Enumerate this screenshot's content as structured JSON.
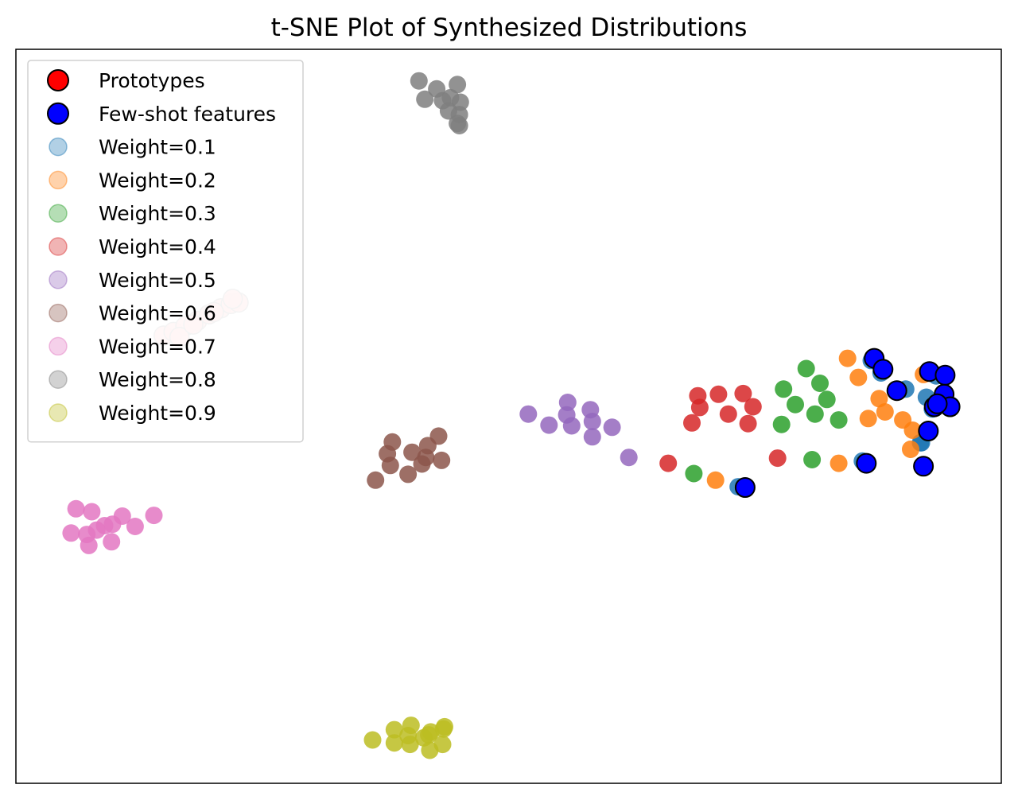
{
  "chart_data": {
    "type": "scatter",
    "title": "t-SNE Plot of Synthesized Distributions",
    "xlabel": "",
    "ylabel": "",
    "xlim": [
      0,
      100
    ],
    "ylim": [
      0,
      100
    ],
    "axis_ticks": "none",
    "grid": false,
    "legend_position": "upper left",
    "series": [
      {
        "name": "Prototypes",
        "color": "#ff0000",
        "alpha": 1.0,
        "edgecolor": "#000000",
        "size": "large",
        "points": []
      },
      {
        "name": "Few-shot features",
        "color": "#0000ff",
        "alpha": 1.0,
        "edgecolor": "#000000",
        "size": "large",
        "points": [
          [
            87.1,
            57.9
          ],
          [
            88.0,
            56.4
          ],
          [
            89.4,
            53.5
          ],
          [
            92.7,
            56.1
          ],
          [
            94.2,
            53.0
          ],
          [
            93.2,
            51.3
          ],
          [
            92.6,
            48.0
          ],
          [
            92.1,
            43.2
          ],
          [
            74.0,
            40.3
          ],
          [
            86.3,
            43.6
          ],
          [
            94.8,
            51.3
          ],
          [
            94.3,
            55.6
          ],
          [
            93.5,
            51.7
          ]
        ]
      },
      {
        "name": "Weight=0.1",
        "color": "#1f77b4",
        "alpha": 0.85,
        "points": [
          [
            86.8,
            57.6
          ],
          [
            87.8,
            55.9
          ],
          [
            90.3,
            53.7
          ],
          [
            93.4,
            55.5
          ],
          [
            93.0,
            51.0
          ],
          [
            94.9,
            51.5
          ],
          [
            92.7,
            48.1
          ],
          [
            91.9,
            46.4
          ],
          [
            91.8,
            46.4
          ],
          [
            73.3,
            40.4
          ],
          [
            85.9,
            43.9
          ],
          [
            92.4,
            52.6
          ]
        ]
      },
      {
        "name": "Weight=0.2",
        "color": "#ff7f0e",
        "alpha": 0.85,
        "points": [
          [
            84.4,
            57.9
          ],
          [
            85.5,
            55.3
          ],
          [
            87.6,
            52.4
          ],
          [
            88.2,
            50.6
          ],
          [
            86.5,
            49.7
          ],
          [
            90.0,
            49.5
          ],
          [
            91.0,
            48.1
          ],
          [
            90.8,
            45.5
          ],
          [
            92.1,
            55.7
          ],
          [
            83.5,
            43.6
          ],
          [
            71.0,
            41.3
          ]
        ]
      },
      {
        "name": "Weight=0.3",
        "color": "#2ca02c",
        "alpha": 0.85,
        "points": [
          [
            80.2,
            56.5
          ],
          [
            81.6,
            54.5
          ],
          [
            77.9,
            53.7
          ],
          [
            82.3,
            52.3
          ],
          [
            79.1,
            51.6
          ],
          [
            81.1,
            50.3
          ],
          [
            83.5,
            49.5
          ],
          [
            77.7,
            48.9
          ],
          [
            80.8,
            44.1
          ],
          [
            68.8,
            42.2
          ]
        ]
      },
      {
        "name": "Weight=0.4",
        "color": "#d62728",
        "alpha": 0.85,
        "points": [
          [
            69.2,
            52.8
          ],
          [
            71.3,
            53.0
          ],
          [
            73.8,
            53.1
          ],
          [
            69.4,
            51.2
          ],
          [
            74.8,
            51.3
          ],
          [
            72.3,
            50.3
          ],
          [
            68.6,
            49.1
          ],
          [
            74.3,
            49.0
          ],
          [
            66.2,
            43.6
          ],
          [
            77.3,
            44.3
          ]
        ]
      },
      {
        "name": "Weight=0.5",
        "color": "#9467bd",
        "alpha": 0.85,
        "points": [
          [
            52.0,
            50.3
          ],
          [
            56.0,
            51.9
          ],
          [
            55.9,
            50.2
          ],
          [
            58.3,
            50.9
          ],
          [
            54.1,
            48.8
          ],
          [
            56.4,
            48.7
          ],
          [
            58.5,
            49.3
          ],
          [
            60.5,
            48.5
          ],
          [
            58.5,
            47.2
          ],
          [
            62.2,
            44.4
          ]
        ]
      },
      {
        "name": "Weight=0.6",
        "color": "#8c564b",
        "alpha": 0.85,
        "points": [
          [
            38.2,
            46.5
          ],
          [
            41.8,
            46.0
          ],
          [
            42.9,
            47.3
          ],
          [
            37.7,
            44.9
          ],
          [
            40.2,
            45.1
          ],
          [
            41.6,
            44.4
          ],
          [
            43.2,
            44.0
          ],
          [
            38.0,
            43.3
          ],
          [
            39.8,
            42.1
          ],
          [
            41.2,
            43.5
          ],
          [
            36.5,
            41.3
          ]
        ]
      },
      {
        "name": "Weight=0.7",
        "color": "#e377c2",
        "alpha": 0.85,
        "points": [
          [
            6.1,
            37.4
          ],
          [
            7.7,
            37.0
          ],
          [
            9.0,
            35.1
          ],
          [
            10.8,
            36.4
          ],
          [
            5.6,
            34.1
          ],
          [
            7.2,
            33.9
          ],
          [
            8.2,
            34.5
          ],
          [
            9.8,
            35.3
          ],
          [
            12.1,
            35.0
          ],
          [
            14.0,
            36.5
          ],
          [
            7.4,
            32.4
          ],
          [
            9.7,
            32.9
          ]
        ]
      },
      {
        "name": "Weight=0.8",
        "color": "#7f7f7f",
        "alpha": 0.85,
        "points": [
          [
            40.9,
            95.7
          ],
          [
            42.7,
            94.6
          ],
          [
            44.8,
            95.2
          ],
          [
            44.1,
            93.4
          ],
          [
            41.5,
            93.2
          ],
          [
            43.3,
            93.0
          ],
          [
            45.1,
            92.8
          ],
          [
            45.0,
            91.1
          ],
          [
            43.9,
            91.6
          ],
          [
            44.8,
            89.9
          ],
          [
            45.0,
            89.6
          ]
        ]
      },
      {
        "name": "Weight=0.9",
        "color": "#bcbd22",
        "alpha": 0.85,
        "points": [
          [
            38.4,
            7.3
          ],
          [
            40.1,
            7.9
          ],
          [
            39.8,
            6.5
          ],
          [
            41.9,
            6.6
          ],
          [
            43.4,
            7.4
          ],
          [
            42.1,
            7.0
          ],
          [
            36.2,
            5.9
          ],
          [
            38.4,
            5.5
          ],
          [
            40.0,
            5.3
          ],
          [
            41.4,
            6.2
          ],
          [
            42.0,
            4.5
          ],
          [
            43.3,
            5.3
          ],
          [
            43.5,
            7.7
          ]
        ]
      },
      {
        "name": "Overlap cluster (light)",
        "legend": false,
        "color": "#ffd0d0",
        "alpha": 0.9,
        "edgecolor": "#c8c8c8",
        "size": "large",
        "points": [
          [
            15.0,
            61.0
          ],
          [
            16.0,
            61.5
          ],
          [
            17.2,
            62.3
          ],
          [
            18.4,
            63.0
          ],
          [
            19.6,
            63.9
          ],
          [
            20.8,
            64.7
          ],
          [
            21.8,
            65.3
          ],
          [
            22.6,
            65.5
          ],
          [
            16.6,
            60.8
          ],
          [
            18.0,
            62.5
          ],
          [
            20.1,
            64.2
          ],
          [
            22.0,
            66.0
          ]
        ]
      }
    ]
  }
}
